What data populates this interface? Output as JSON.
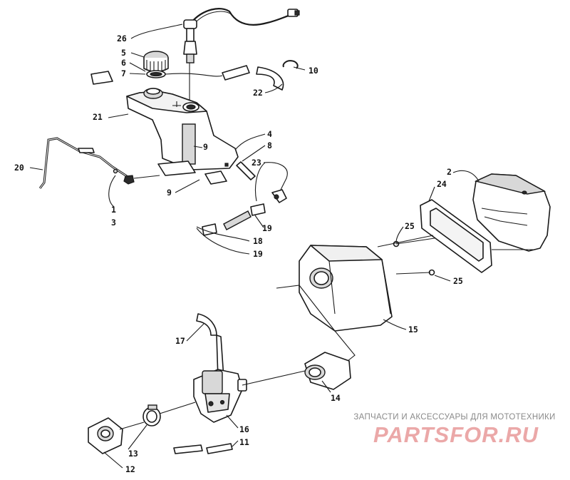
{
  "callouts": [
    "26",
    "5",
    "6",
    "7",
    "10",
    "22",
    "21",
    "4",
    "8",
    "9",
    "23",
    "20",
    "1",
    "3",
    "9",
    "19",
    "18",
    "19",
    "2",
    "24",
    "25",
    "25",
    "15",
    "17",
    "14",
    "16",
    "13",
    "12",
    "11"
  ],
  "watermark": {
    "caption": "ЗАПЧАСТИ И АКСЕССУАРЫ ДЛЯ МОТОТЕХНИКИ",
    "logo": "PARTSFOR.RU"
  }
}
